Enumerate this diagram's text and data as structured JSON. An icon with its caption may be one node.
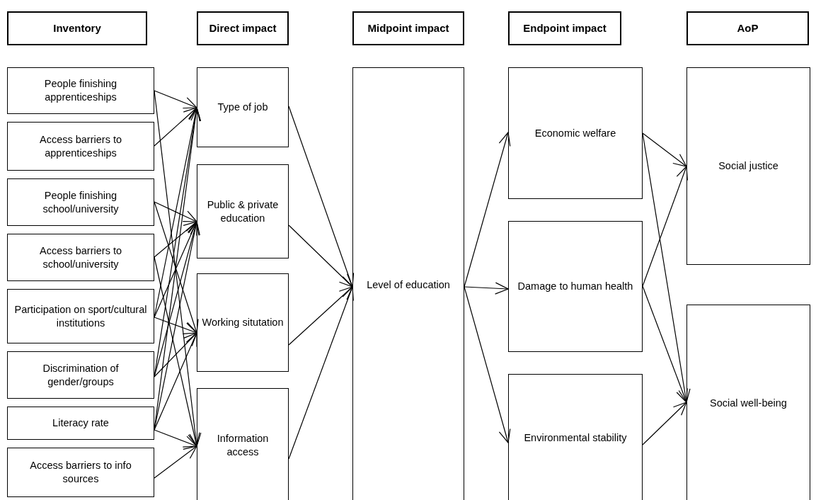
{
  "diagram": {
    "nodes": [
      {
        "text": [
          "Inventory"
        ]
      },
      {
        "text": [
          "Direct impact"
        ]
      },
      {
        "text": [
          "Midpoint impact"
        ]
      },
      {
        "text": [
          "Endpoint impact"
        ]
      },
      {
        "text": [
          "AoP"
        ]
      },
      {
        "text": [
          "People finishing apprenticeships"
        ]
      },
      {
        "text": [
          "Access barriers to apprenticeships"
        ]
      },
      {
        "text": [
          "People finishing school/university"
        ]
      },
      {
        "text": [
          "Access barriers to school/university"
        ]
      },
      {
        "text": [
          "Participation on sport/cultural institutions"
        ]
      },
      {
        "text": [
          "Discrimination of gender/groups"
        ]
      },
      {
        "text": [
          "Literacy rate"
        ]
      },
      {
        "text": [
          "Access barriers to info sources"
        ]
      },
      {
        "text": [
          "Type of job"
        ]
      },
      {
        "text": [
          "Public & private education"
        ]
      },
      {
        "text": [
          "Working situtation"
        ]
      },
      {
        "text": [
          "Information access"
        ]
      },
      {
        "text": [
          "Level of education"
        ]
      },
      {
        "text": [
          "Economic welfare"
        ]
      },
      {
        "text": [
          "Damage to human health"
        ]
      },
      {
        "text": [
          "Environmental stability"
        ]
      },
      {
        "text": [
          "Social justice"
        ]
      },
      {
        "text": [
          "Social well-being"
        ]
      }
    ],
    "edges": [
      {
        "from": 5,
        "to": 13,
        "arrow": "to"
      },
      {
        "from": 5,
        "to": 16,
        "arrow": "to"
      },
      {
        "from": 6,
        "to": 13,
        "arrow": "to"
      },
      {
        "from": 7,
        "to": 14,
        "arrow": "to"
      },
      {
        "from": 7,
        "to": 15,
        "arrow": "to"
      },
      {
        "from": 8,
        "to": 14,
        "arrow": "to"
      },
      {
        "from": 8,
        "to": 16,
        "arrow": "to"
      },
      {
        "from": 9,
        "to": 13,
        "arrow": "to"
      },
      {
        "from": 9,
        "to": 14,
        "arrow": "to"
      },
      {
        "from": 9,
        "to": 15,
        "arrow": "to"
      },
      {
        "from": 10,
        "to": 13,
        "arrow": "to"
      },
      {
        "from": 10,
        "to": 14,
        "arrow": "to"
      },
      {
        "from": 10,
        "to": 15,
        "arrow": "to"
      },
      {
        "from": 11,
        "to": 13,
        "arrow": "to"
      },
      {
        "from": 11,
        "to": 14,
        "arrow": "to"
      },
      {
        "from": 11,
        "to": 15,
        "arrow": "to"
      },
      {
        "from": 11,
        "to": 16,
        "arrow": "to"
      },
      {
        "from": 12,
        "to": 16,
        "arrow": "to"
      },
      {
        "from": 13,
        "to": 17,
        "arrow": "to"
      },
      {
        "from": 14,
        "to": 17,
        "arrow": "to"
      },
      {
        "from": 15,
        "to": 17,
        "arrow": "to"
      },
      {
        "from": 16,
        "to": 17,
        "arrow": "to"
      },
      {
        "from": 17,
        "to": 18,
        "arrow": "to"
      },
      {
        "from": 17,
        "to": 19,
        "arrow": "to"
      },
      {
        "from": 17,
        "to": 20,
        "arrow": "to"
      },
      {
        "from": 18,
        "to": 21,
        "arrow": "to"
      },
      {
        "from": 18,
        "to": 22,
        "arrow": "to"
      },
      {
        "from": 19,
        "to": 21,
        "arrow": "to"
      },
      {
        "from": 19,
        "to": 22,
        "arrow": "to"
      },
      {
        "from": 20,
        "to": 22,
        "arrow": "to"
      }
    ]
  }
}
